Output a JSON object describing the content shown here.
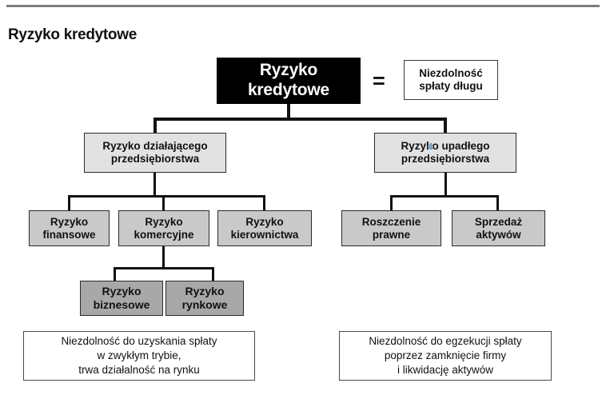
{
  "page": {
    "title": "Ryzyko kredytowe",
    "background_color": "#ffffff",
    "rule_color": "#7d7d7d"
  },
  "diagram": {
    "type": "tree-hierarchy",
    "root": {
      "label_line1": "Ryzyko",
      "label_line2": "kredytowe",
      "fill": "#000000",
      "text_color": "#ffffff"
    },
    "equals_sign": "=",
    "definition": {
      "label_line1": "Niezdolność",
      "label_line2": "spłaty długu",
      "fill": "#ffffff"
    },
    "level2": [
      {
        "label_line1": "Ryzyko działającego",
        "label_line2": "przedsiębiorstwa",
        "fill": "#e2e2e2"
      },
      {
        "label_line1": "Ryzyko upadłego",
        "label_line2": "przedsiębiorstwa",
        "fill": "#e2e2e2"
      }
    ],
    "level3_left": [
      {
        "label_line1": "Ryzyko",
        "label_line2": "finansowe",
        "fill": "#c9c9c9"
      },
      {
        "label_line1": "Ryzyko",
        "label_line2": "komercyjne",
        "fill": "#c9c9c9"
      },
      {
        "label_line1": "Ryzyko",
        "label_line2": "kierownictwa",
        "fill": "#c9c9c9"
      }
    ],
    "level3_right": [
      {
        "label_line1": "Roszczenie",
        "label_line2": "prawne",
        "fill": "#c9c9c9"
      },
      {
        "label_line1": "Sprzedaż",
        "label_line2": "aktywów",
        "fill": "#c9c9c9"
      }
    ],
    "level4": [
      {
        "label_line1": "Ryzyko",
        "label_line2": "biznesowe",
        "fill": "#a8a8a8"
      },
      {
        "label_line1": "Ryzyko",
        "label_line2": "rynkowe",
        "fill": "#a8a8a8"
      }
    ],
    "captions": [
      {
        "line1": "Niezdolność do uzyskania spłaty",
        "line2": "w zwykłym trybie,",
        "line3": "trwa działalność na rynku"
      },
      {
        "line1": "Niezdolność do egzekucji spłaty",
        "line2": "poprzez zamknięcie firmy",
        "line3": "i likwidację aktywów"
      }
    ]
  }
}
